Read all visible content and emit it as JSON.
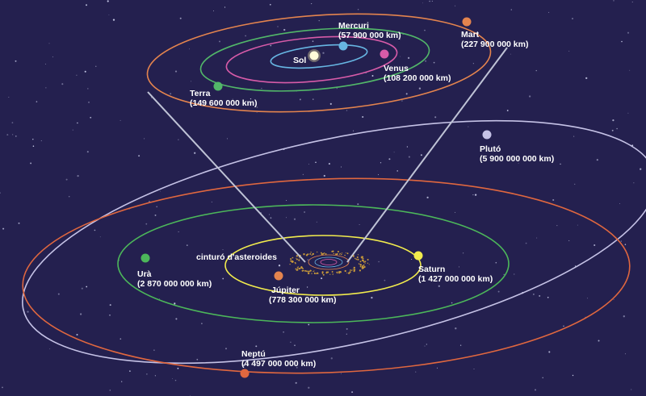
{
  "colors": {
    "background": "#24204f",
    "star": "#cfd2ee",
    "sun": "#fff6a8",
    "mercury_orbit": "#67b6e3",
    "venus_orbit": "#d75ba8",
    "earth_orbit": "#52b769",
    "mars_orbit": "#e4844e",
    "jupiter_orbit": "#f2ec4d",
    "saturn_orbit": "#4cb75a",
    "uranus_orbit": "#e0673f",
    "pluto_orbit": "#c5c2e6",
    "asteroid": "#c99a3a",
    "zoom_lines": "#bfc3d6"
  },
  "inner": {
    "sun": {
      "label": "Sol"
    },
    "mercury": {
      "name": "Mercuri",
      "distance": "(57 900 000 km)"
    },
    "venus": {
      "name": "Venus",
      "distance": "(108 200 000 km)"
    },
    "earth": {
      "name": "Terra",
      "distance": "(149 600 000 km)"
    },
    "mars": {
      "name": "Mart",
      "distance": "(227 900 000 km)"
    }
  },
  "outer": {
    "asteroid_belt": {
      "label": "cinturó d'asteroides"
    },
    "jupiter": {
      "name": "Júpiter",
      "distance": "(778 300 000 km)"
    },
    "saturn": {
      "name": "Saturn",
      "distance": "(1 427 000 000 km)"
    },
    "uranus": {
      "name": "Urà",
      "distance": "(2  870 000 000 km)"
    },
    "neptune": {
      "name": "Neptú",
      "distance": "(4 497 000 000 km)"
    },
    "pluto": {
      "name": "Plutó",
      "distance": "(5 900 000 000 km)"
    }
  }
}
